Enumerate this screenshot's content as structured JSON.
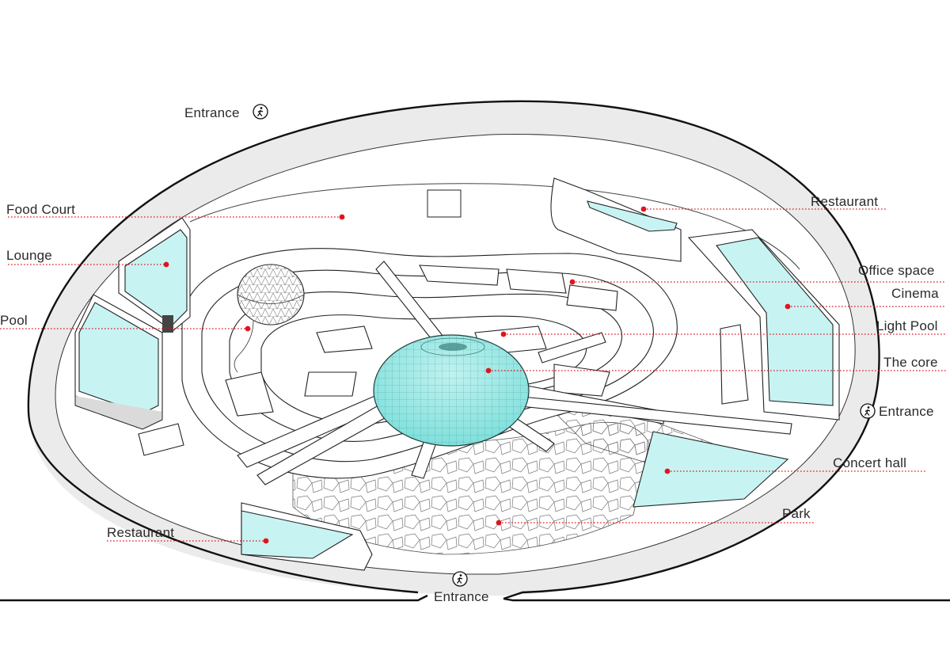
{
  "labels": {
    "entrance_top": "Entrance",
    "food_court": "Food Court",
    "lounge": "Lounge",
    "pool": "Pool",
    "restaurant_top": "Restaurant",
    "office_space": "Office space",
    "cinema": "Cinema",
    "light_pool": "Light Pool",
    "the_core": "The core",
    "entrance_right": "Entrance",
    "concert_hall": "Concert hall",
    "park": "Park",
    "restaurant_bottom": "Restaurant",
    "entrance_bottom": "Entrance"
  },
  "colors": {
    "leader": "#e0141e",
    "water": "#c8f3f3",
    "core": "#7fe0dc",
    "outline": "#222222",
    "wall": "#ebebeb"
  },
  "icons": {
    "entrance": "pedestrian-icon"
  }
}
